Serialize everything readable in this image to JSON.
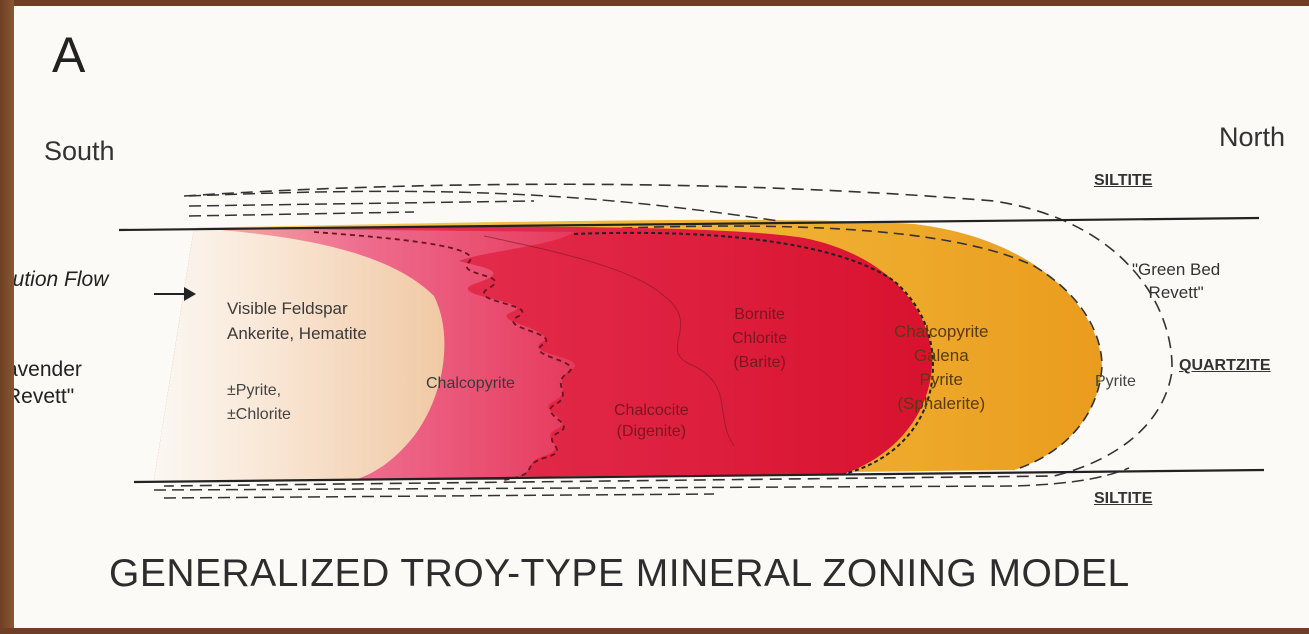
{
  "panel_label": "A",
  "directions": {
    "left": "South",
    "right": "North"
  },
  "units": {
    "siltite_top": "SILTITE",
    "siltite_bottom": "SILTITE",
    "quartzite": "QUARTZITE"
  },
  "side_labels": {
    "solution_flow": "lution Flow",
    "lavender_line1": "avender",
    "lavender_line2": "Revett\"",
    "green_line1": "\"Green Bed",
    "green_line2": "Revett\""
  },
  "zones": {
    "outer_line1": "Visible Feldspar",
    "outer_line2": "Ankerite, Hematite",
    "trace_line1": "±Pyrite,",
    "trace_line2": "±Chlorite",
    "chalcopyrite": "Chalcopyrite",
    "chalcocite_line1": "Chalcocite",
    "chalcocite_line2": "(Digenite)",
    "bornite_line1": "Bornite",
    "bornite_line2": "Chlorite",
    "bornite_line3": "(Barite)",
    "chalcopyrite2_line1": "Chalcopyrite",
    "chalcopyrite2_line2": "Galena",
    "chalcopyrite2_line3": "Pyrite",
    "chalcopyrite2_line4": "(Sphalerite)",
    "pyrite": "Pyrite"
  },
  "title": "GENERALIZED TROY-TYPE MINERAL ZONING MODEL",
  "colors": {
    "frame": "#7a4a2e",
    "background": "#fbfaf6",
    "pale_zone": "#f6e2c4",
    "chalcopyrite_zone": "#ee6c8e",
    "bornite_zone": "#de1a3c",
    "galena_zone": "#f0b030",
    "line": "#222222"
  }
}
